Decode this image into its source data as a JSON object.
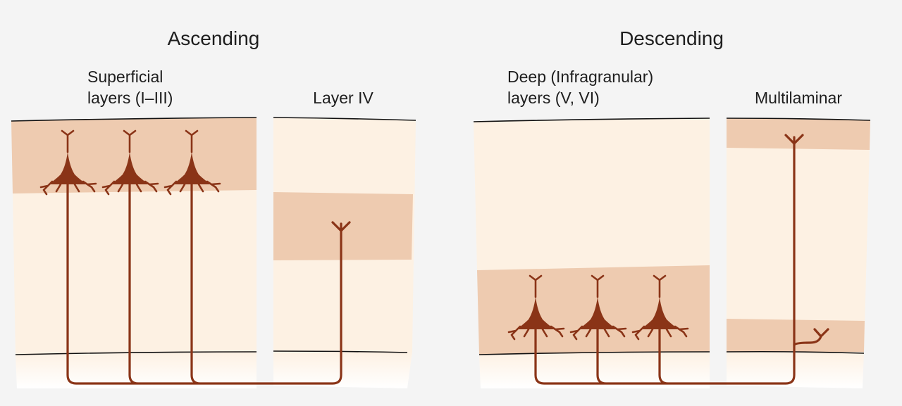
{
  "ascending": {
    "title": "Ascending",
    "superficial_label_line1": "Superficial",
    "superficial_label_line2": "layers (I–III)",
    "layer4_label": "Layer IV"
  },
  "descending": {
    "title": "Descending",
    "deep_label_line1": "Deep (Infragranular)",
    "deep_label_line2": "layers (V, VI)",
    "multilaminar_label": "Multilaminar"
  },
  "colors": {
    "light_layer": "#fdf1e3",
    "dark_layer": "#eecbb0",
    "neuron": "#8a3417",
    "background": "#f4f4f4"
  }
}
